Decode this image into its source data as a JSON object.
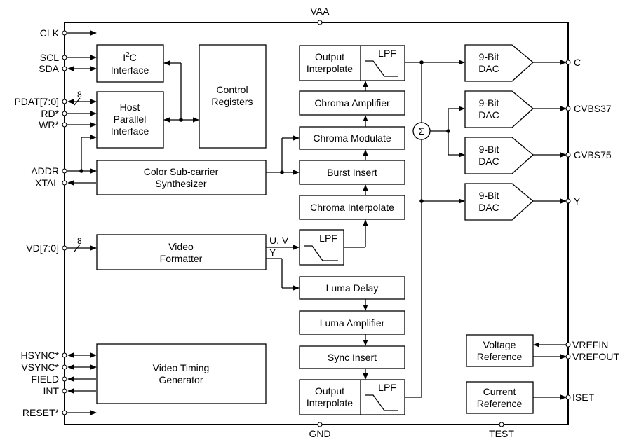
{
  "pins": {
    "top": [
      "VAA"
    ],
    "bottom": [
      "GND",
      "TEST"
    ],
    "left": [
      "CLK",
      "SCL",
      "SDA",
      "PDAT[7:0]",
      "RD*",
      "WR*",
      "ADDR",
      "XTAL",
      "VD[7:0]",
      "HSYNC*",
      "VSYNC*",
      "FIELD",
      "INT",
      "RESET*"
    ],
    "right": [
      "C",
      "CVBS37",
      "CVBS75",
      "Y",
      "VREFIN",
      "VREFOUT",
      "ISET"
    ]
  },
  "blocks": {
    "i2c": {
      "l1_pre": "I",
      "l1_sup": "2",
      "l1_post": "C",
      "l2": "Interface"
    },
    "host": {
      "l1": "Host",
      "l2": "Parallel",
      "l3": "Interface"
    },
    "control": {
      "l1": "Control",
      "l2": "Registers"
    },
    "color_sub": {
      "l1": "Color Sub-carrier",
      "l2": "Synthesizer"
    },
    "video_fmt": {
      "l1": "Video",
      "l2": "Formatter"
    },
    "timing": {
      "l1": "Video Timing",
      "l2": "Generator"
    },
    "out_interp_top": {
      "l1": "Output",
      "l2": "Interpolate",
      "lpf": "LPF"
    },
    "chroma_amp": "Chroma Amplifier",
    "chroma_mod": "Chroma Modulate",
    "burst": "Burst Insert",
    "chroma_interp": "Chroma Interpolate",
    "lpf_mid": "LPF",
    "luma_delay": "Luma Delay",
    "luma_amp": "Luma Amplifier",
    "sync_insert": "Sync Insert",
    "out_interp_bot": {
      "l1": "Output",
      "l2": "Interpolate",
      "lpf": "LPF"
    },
    "sum": "Σ",
    "dac": {
      "l1": "9-Bit",
      "l2": "DAC"
    },
    "volt_ref": {
      "l1": "Voltage",
      "l2": "Reference"
    },
    "curr_ref": {
      "l1": "Current",
      "l2": "Reference"
    }
  },
  "labels": {
    "bus8_pdat": "8",
    "bus8_vd": "8",
    "uv": "U, V",
    "y": "Y"
  }
}
